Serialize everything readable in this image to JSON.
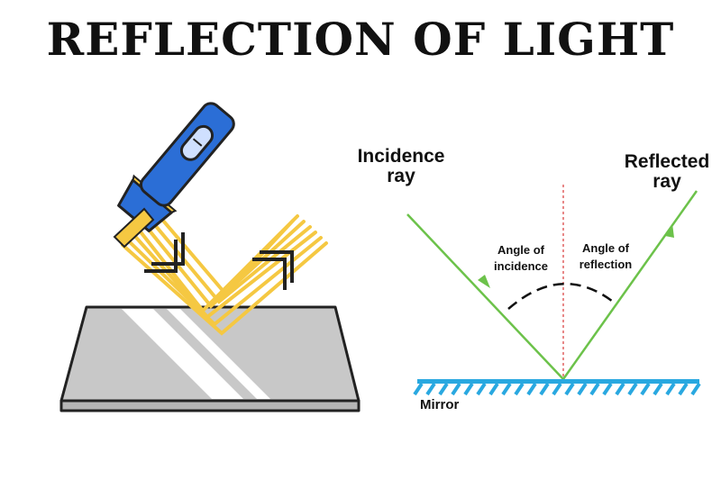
{
  "title": "REFLECTION OF LIGHT",
  "labels": {
    "incidence_ray": [
      "Incidence",
      "ray"
    ],
    "reflected_ray": [
      "Reflected",
      "ray"
    ],
    "angle_of_incidence": [
      "Angle of",
      "incidence"
    ],
    "angle_of_reflection": [
      "Angle of",
      "reflection"
    ],
    "mirror": "Mirror"
  },
  "colors": {
    "ray": "#6cc24a",
    "beam": "#f5c842",
    "mirror_blue": "#29a8e0",
    "torch_blue": "#2b6ed6",
    "normal": "#e06060",
    "glass": "#c8c8c8"
  },
  "icons": {
    "torch": "flashlight-icon"
  }
}
